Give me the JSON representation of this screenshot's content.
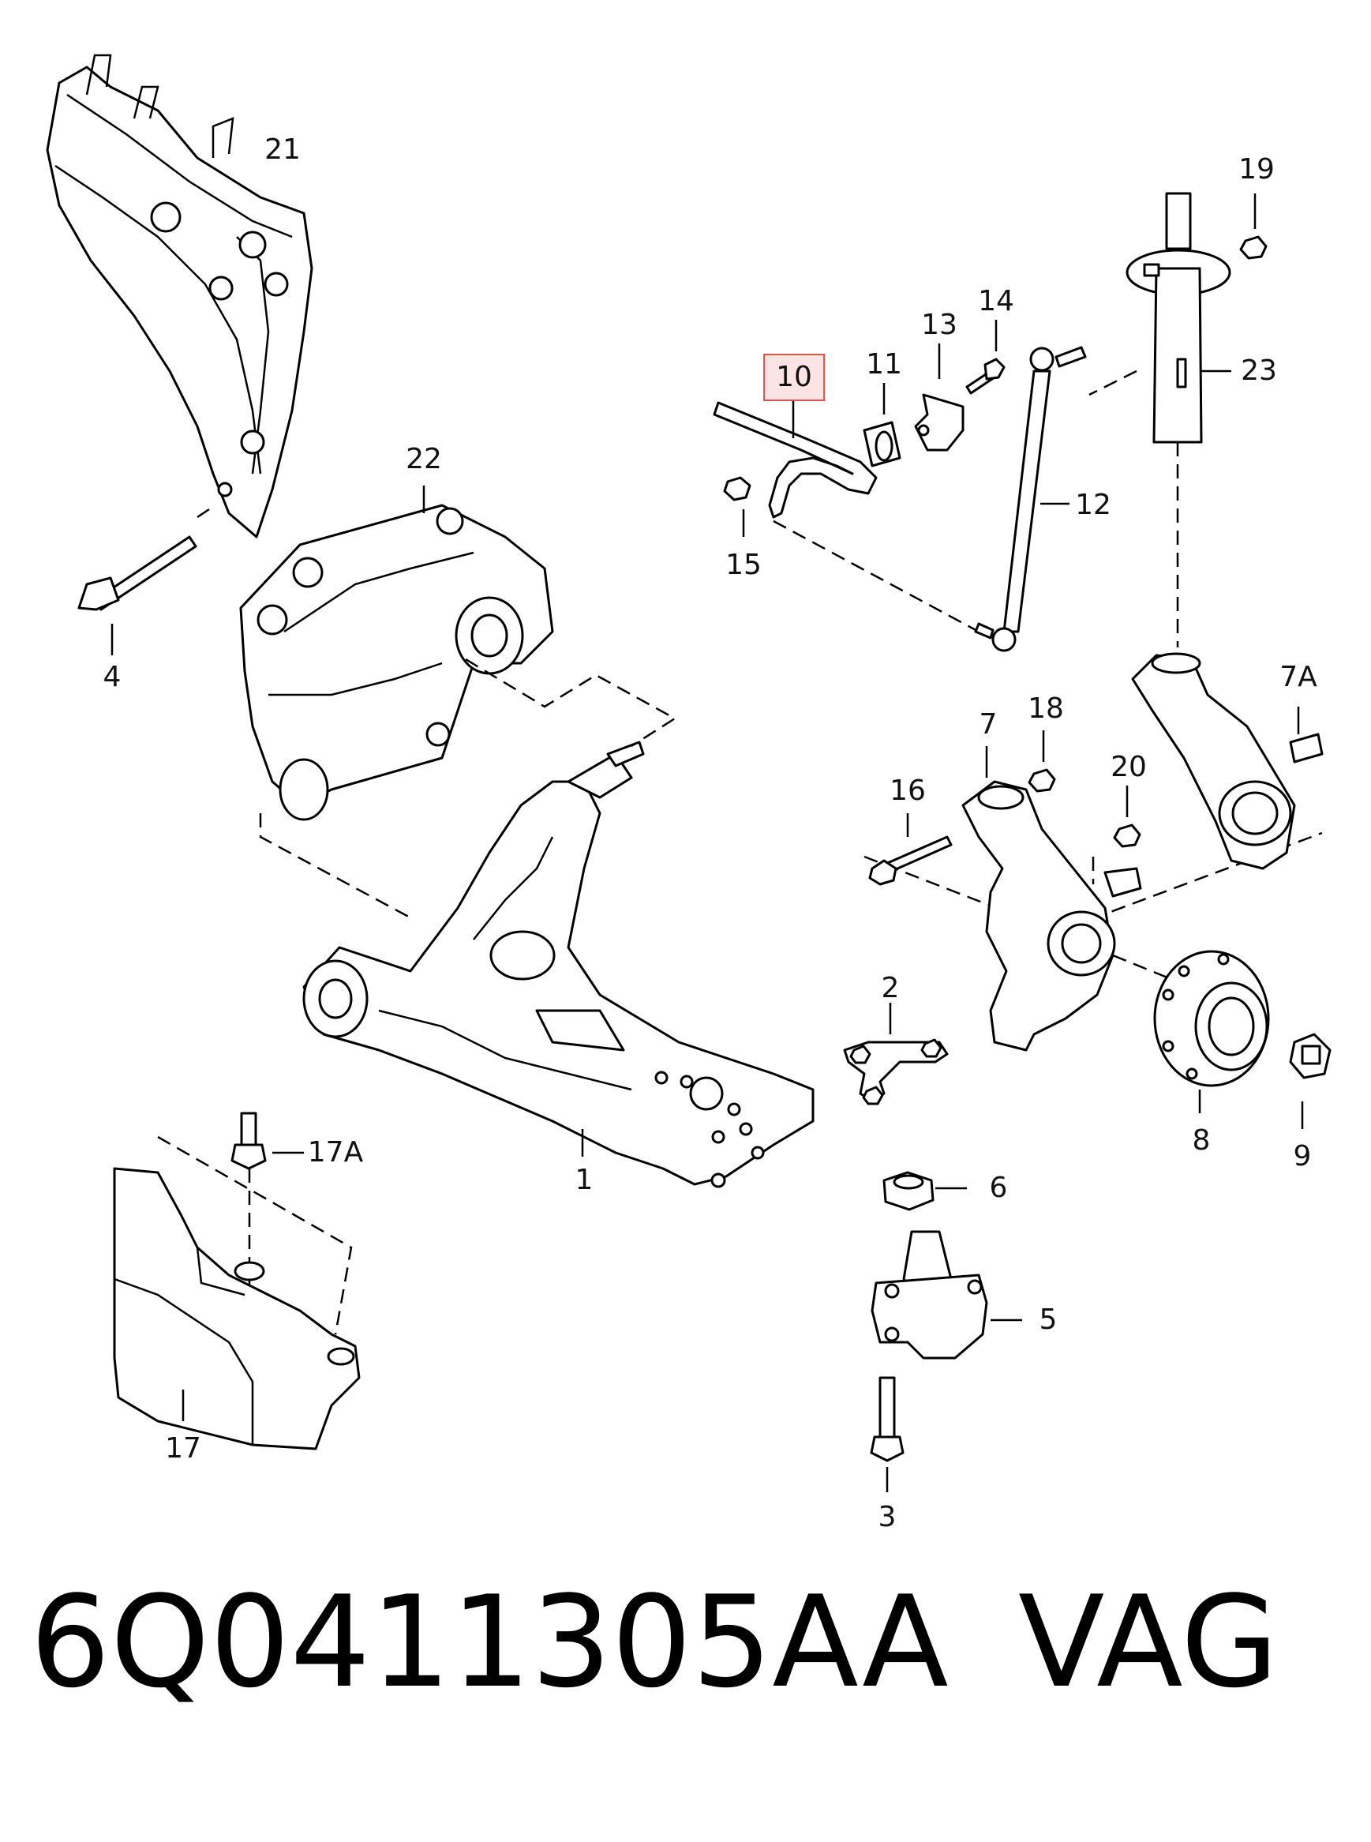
{
  "diagram": {
    "callouts": [
      {
        "id": "c1",
        "text": "1"
      },
      {
        "id": "c2",
        "text": "2"
      },
      {
        "id": "c3",
        "text": "3"
      },
      {
        "id": "c4",
        "text": "4"
      },
      {
        "id": "c5",
        "text": "5"
      },
      {
        "id": "c6",
        "text": "6"
      },
      {
        "id": "c7",
        "text": "7"
      },
      {
        "id": "c7a",
        "text": "7A"
      },
      {
        "id": "c8",
        "text": "8"
      },
      {
        "id": "c9",
        "text": "9"
      },
      {
        "id": "c10",
        "text": "10"
      },
      {
        "id": "c11",
        "text": "11"
      },
      {
        "id": "c12",
        "text": "12"
      },
      {
        "id": "c13",
        "text": "13"
      },
      {
        "id": "c14",
        "text": "14"
      },
      {
        "id": "c15",
        "text": "15"
      },
      {
        "id": "c16",
        "text": "16"
      },
      {
        "id": "c17",
        "text": "17"
      },
      {
        "id": "c17a",
        "text": "17A"
      },
      {
        "id": "c18",
        "text": "18"
      },
      {
        "id": "c19",
        "text": "19"
      },
      {
        "id": "c20",
        "text": "20"
      },
      {
        "id": "c21",
        "text": "21"
      },
      {
        "id": "c22",
        "text": "22"
      },
      {
        "id": "c23",
        "text": "23"
      }
    ],
    "highlighted": "10",
    "highlight_color": "#d9534f",
    "highlight_fill": "#fde4e4"
  },
  "footer": {
    "part_number": "6Q0411305AA",
    "brand": "VAG"
  }
}
